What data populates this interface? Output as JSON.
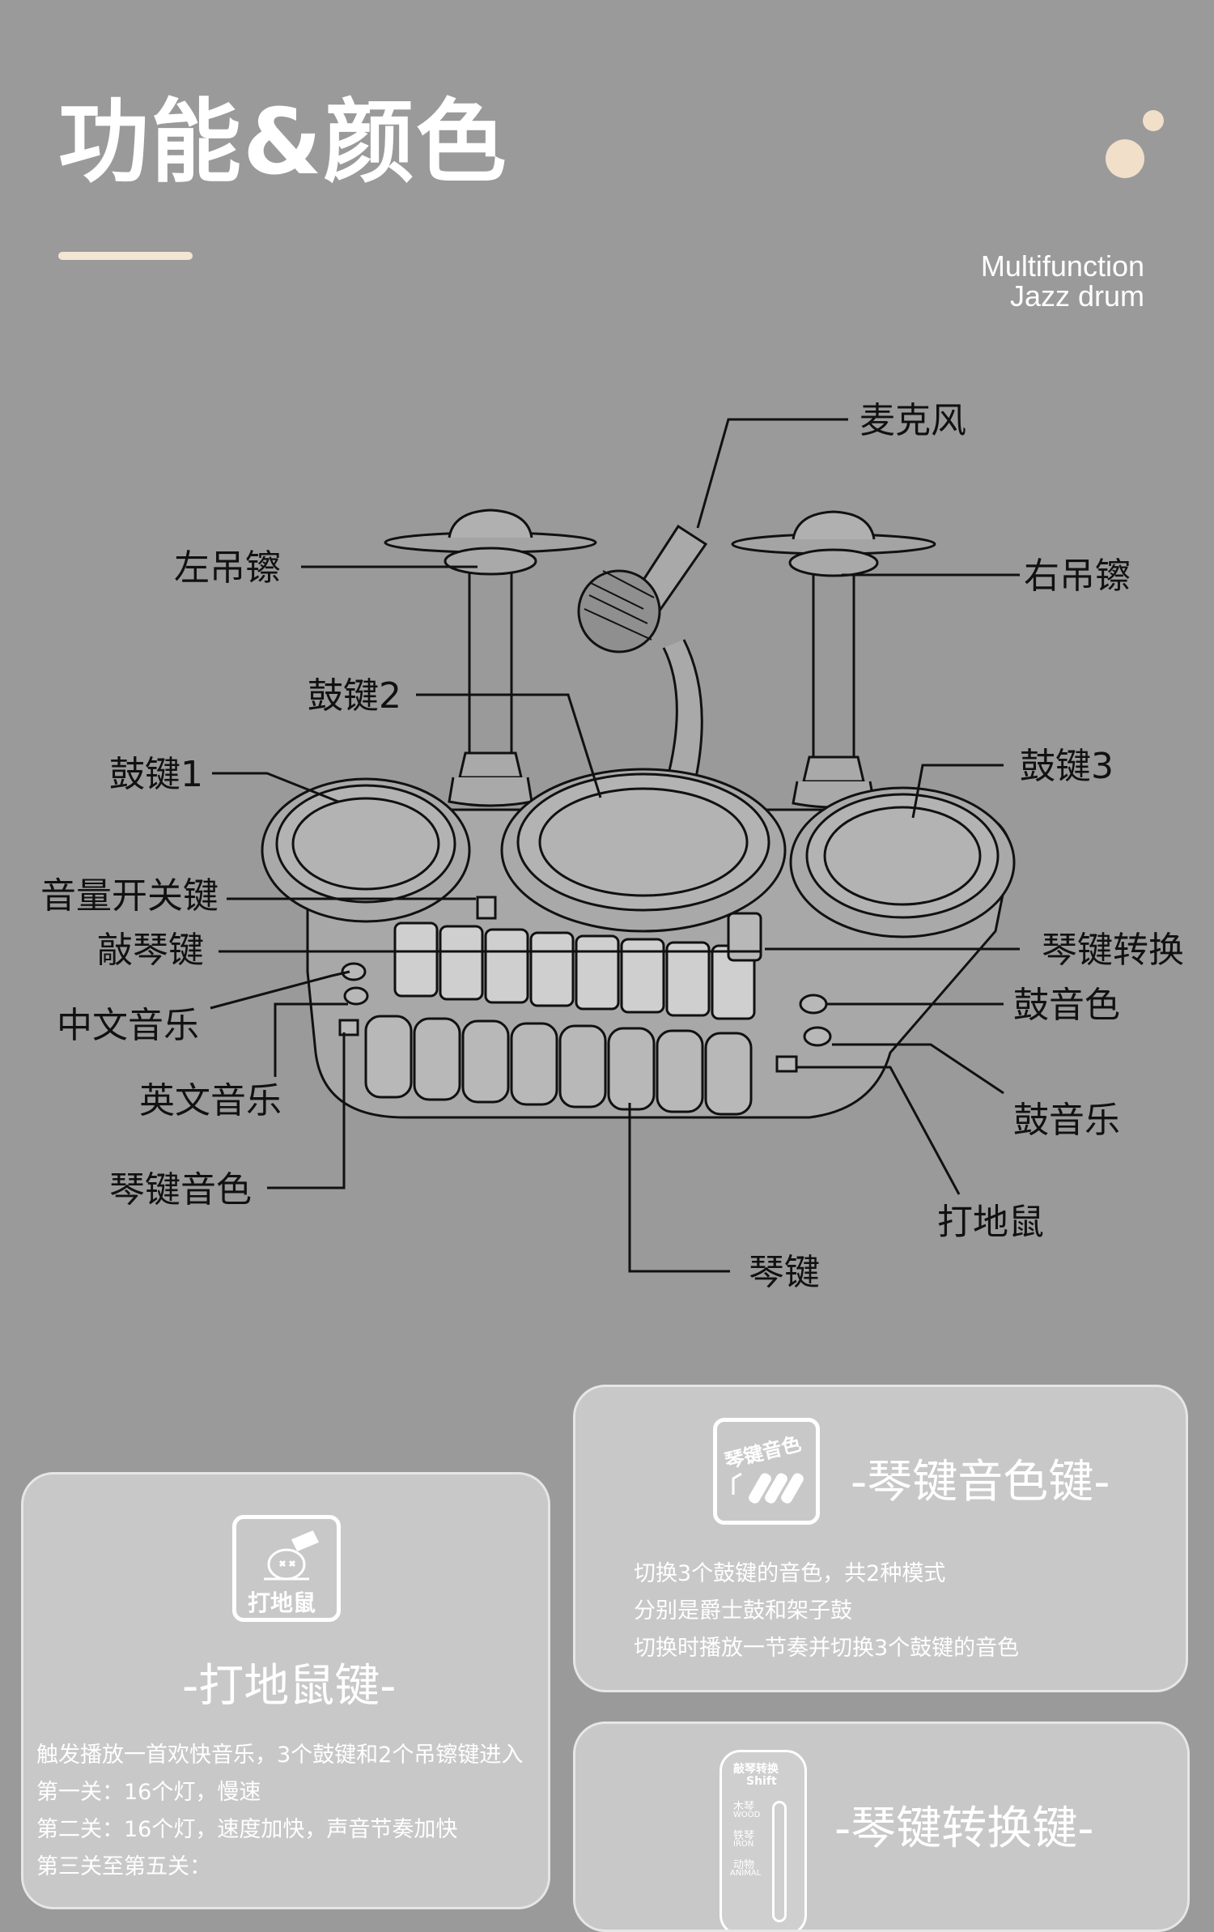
{
  "header": {
    "title": "功能&颜色",
    "subtitle_line1": "Multifunction",
    "subtitle_line2": "Jazz drum"
  },
  "labels": {
    "microphone": "麦克风",
    "left_cymbal": "左吊镲",
    "right_cymbal": "右吊镲",
    "drum_key_2": "鼓键2",
    "drum_key_1": "鼓键1",
    "drum_key_3": "鼓键3",
    "volume_switch": "音量开关键",
    "piano_strike_key": "敲琴键",
    "piano_key_switch": "琴键转换",
    "chinese_music": "中文音乐",
    "drum_tone": "鼓音色",
    "english_music": "英文音乐",
    "drum_music": "鼓音乐",
    "piano_key_tone": "琴键音色",
    "whack_a_mole": "打地鼠",
    "piano_keys": "琴键"
  },
  "cards": {
    "tone_key": {
      "icon_text": "琴键音色",
      "title": "-琴键音色键-",
      "lines": [
        "切换3个鼓键的音色，共2种模式",
        "分别是爵士鼓和架子鼓",
        "切换时播放一节奏并切换3个鼓键的音色"
      ]
    },
    "mole_key": {
      "icon_text": "打地鼠",
      "title": "-打地鼠键-",
      "lines": [
        "触发播放一首欢快音乐，3个鼓键和2个吊镲键进入",
        "第一关：16个灯，慢速",
        "第二关：16个灯，速度加快，声音节奏加快",
        "第三关至第五关："
      ]
    },
    "switch_key": {
      "icon_lines": [
        "敲琴转换",
        "Shift",
        "木琴",
        "WOOD",
        "铁琴",
        "IRON",
        "动物",
        "ANIMAL"
      ],
      "title": "-琴键转换键-"
    }
  },
  "colors": {
    "background": "#9a9a9a",
    "accent": "#f3e6d4",
    "card": "#c8c8c8"
  }
}
